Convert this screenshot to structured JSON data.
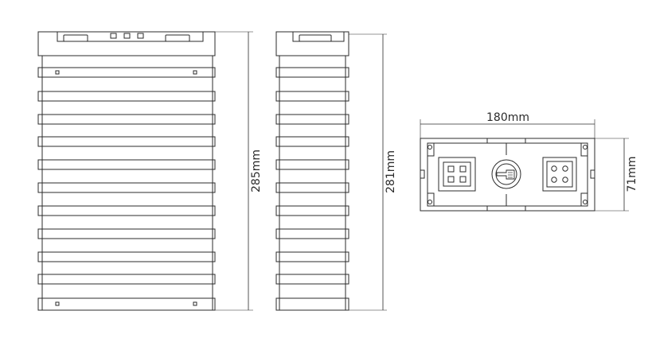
{
  "dimensions": {
    "front_height": "285mm",
    "side_height": "281mm",
    "top_width": "180mm",
    "top_depth": "71mm"
  },
  "colors": {
    "line": "#2b2b2b",
    "background": "#ffffff"
  },
  "views": [
    "front-view",
    "side-view",
    "top-view"
  ]
}
